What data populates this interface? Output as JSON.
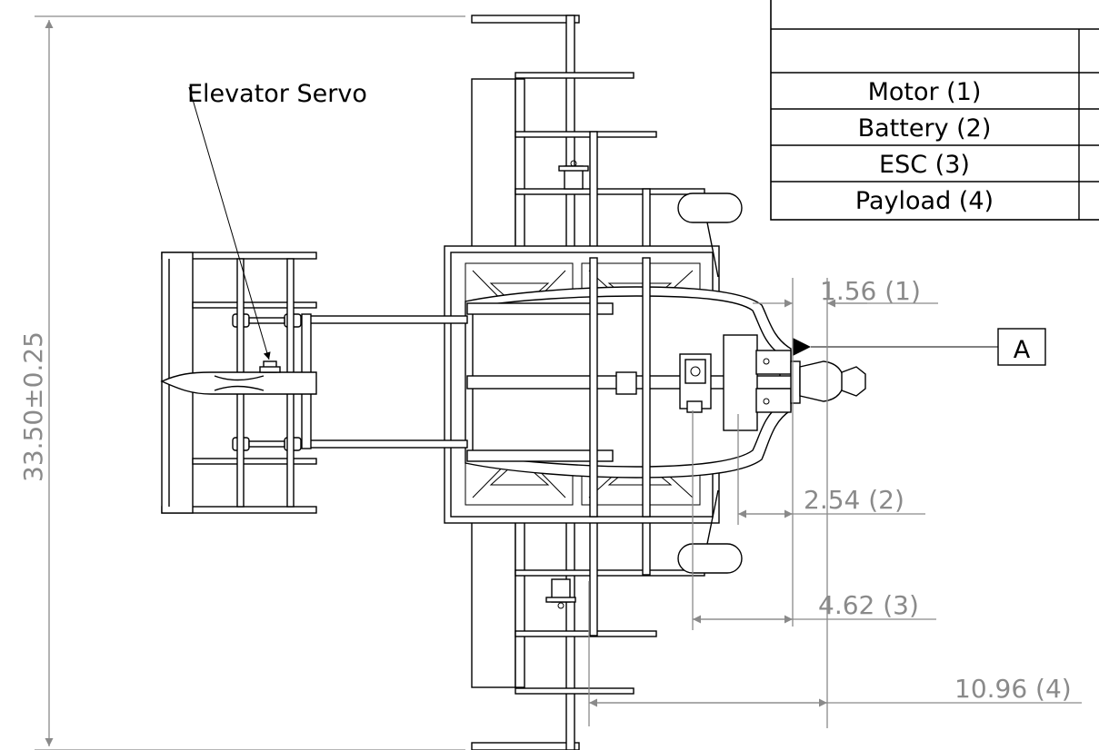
{
  "annotations": {
    "elevator_servo": "Elevator Servo",
    "datum": "A",
    "overall_height": "33.50±0.25"
  },
  "dimensions": {
    "motor": "1.56 (1)",
    "battery": "2.54 (2)",
    "esc": "4.62 (3)",
    "payload": "10.96 (4)"
  },
  "table": {
    "rows": [
      "Motor (1)",
      "Battery (2)",
      "ESC (3)",
      "Payload (4)"
    ]
  }
}
